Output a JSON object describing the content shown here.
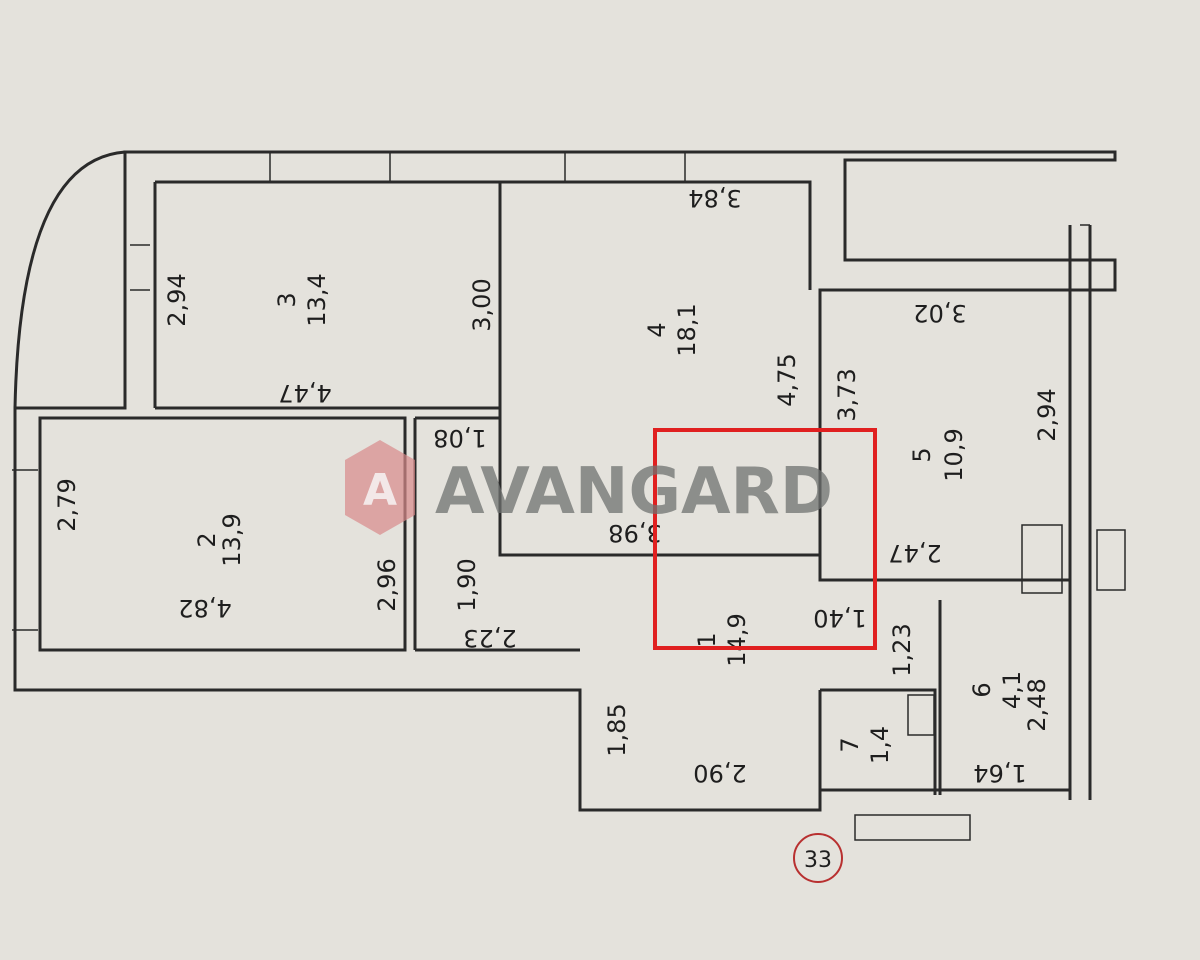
{
  "watermark": "AVANGARD",
  "apartment_number": "33",
  "rooms": [
    {
      "number": "1",
      "area": "14,9"
    },
    {
      "number": "2",
      "area": "13,9"
    },
    {
      "number": "3",
      "area": "13,4"
    },
    {
      "number": "4",
      "area": "18,1"
    },
    {
      "number": "5",
      "area": "10,9"
    },
    {
      "number": "6",
      "area": "4,1"
    },
    {
      "number": "7",
      "area": "1,4"
    }
  ],
  "dimensions": [
    "2,79",
    "4,82",
    "2,96",
    "2,94",
    "4,47",
    "3,00",
    "1,08",
    "1,90",
    "2,23",
    "3,98",
    "3,84",
    "4,75",
    "3,73",
    "3,02",
    "2,94",
    "2,47",
    "1,40",
    "1,23",
    "2,48",
    "1,64",
    "1,85",
    "2,90"
  ],
  "highlight_color": "#e02020"
}
